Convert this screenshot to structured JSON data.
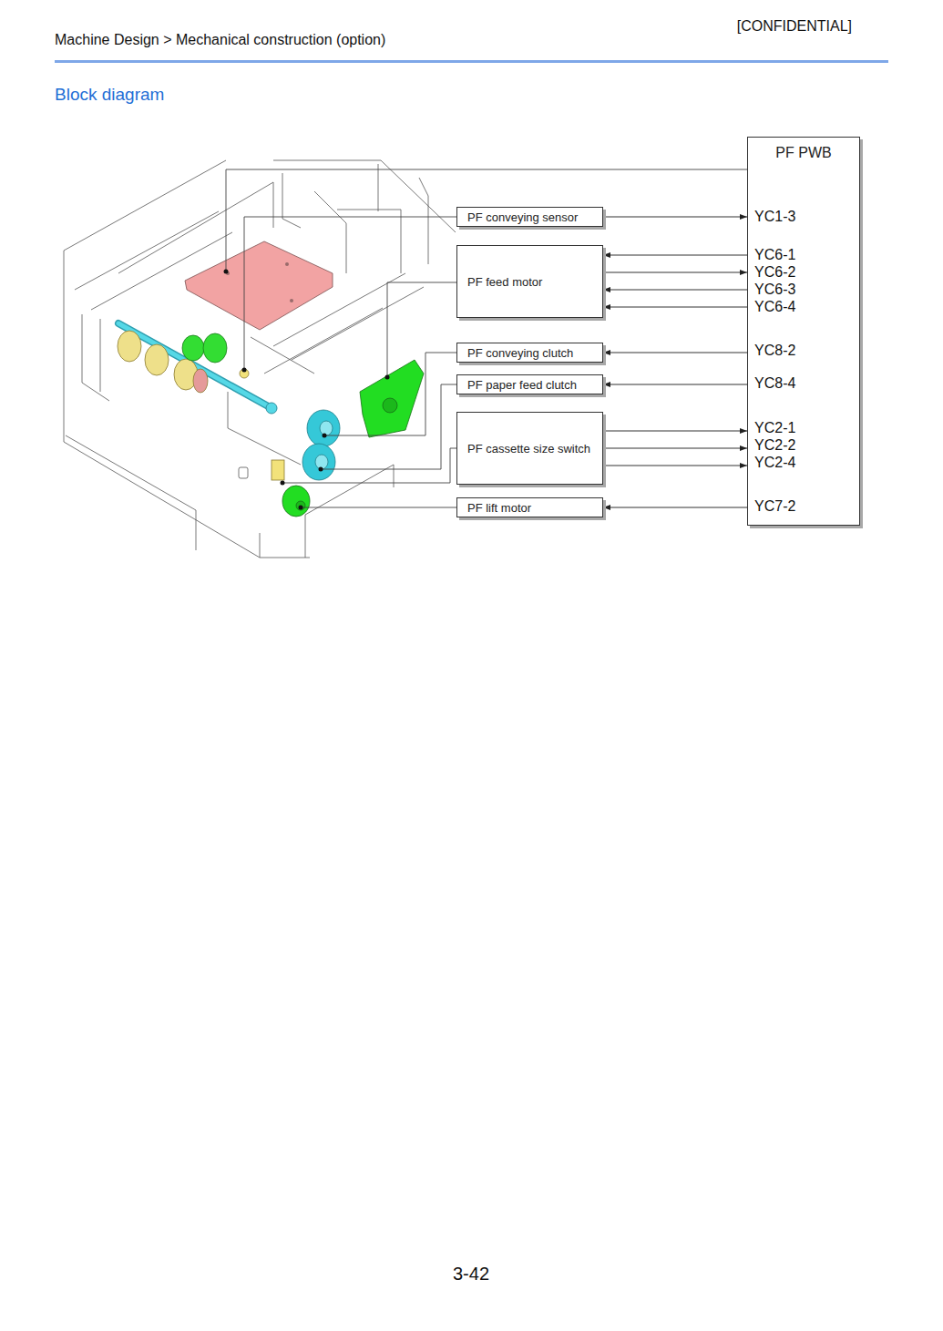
{
  "diagram": {
    "title": "Block diagram",
    "nodes": [
      {
        "text": [
          "PF PWB"
        ]
      },
      {
        "text": [
          "PF conveying sensor"
        ]
      },
      {
        "text": [
          "PF feed motor"
        ]
      },
      {
        "text": [
          "PF conveying clutch"
        ]
      },
      {
        "text": [
          "PF paper feed clutch"
        ]
      },
      {
        "text": [
          "PF cassette size switch"
        ]
      },
      {
        "text": [
          "PF lift motor"
        ]
      }
    ],
    "edges": [
      {
        "from": 1,
        "to": 0,
        "arrow": "to"
      },
      {
        "from": 0,
        "to": 2,
        "arrow": "to"
      },
      {
        "from": 2,
        "to": 0,
        "arrow": "to"
      },
      {
        "from": 0,
        "to": 2,
        "arrow": "to"
      },
      {
        "from": 0,
        "to": 2,
        "arrow": "to"
      },
      {
        "from": 0,
        "to": 3,
        "arrow": "to"
      },
      {
        "from": 0,
        "to": 4,
        "arrow": "to"
      },
      {
        "from": 5,
        "to": 0,
        "arrow": "to"
      },
      {
        "from": 5,
        "to": 0,
        "arrow": "to"
      },
      {
        "from": 5,
        "to": 0,
        "arrow": "to"
      },
      {
        "from": 0,
        "to": 6,
        "arrow": "to"
      }
    ],
    "labels": [
      "Machine Design > Mechanical construction (option)",
      "[CONFIDENTIAL]",
      "YC1-3",
      "YC6-1",
      "YC6-2",
      "YC6-3",
      "YC6-4",
      "YC8-2",
      "YC8-4",
      "YC2-1",
      "YC2-2",
      "YC2-4",
      "YC7-2",
      "3-42"
    ]
  }
}
